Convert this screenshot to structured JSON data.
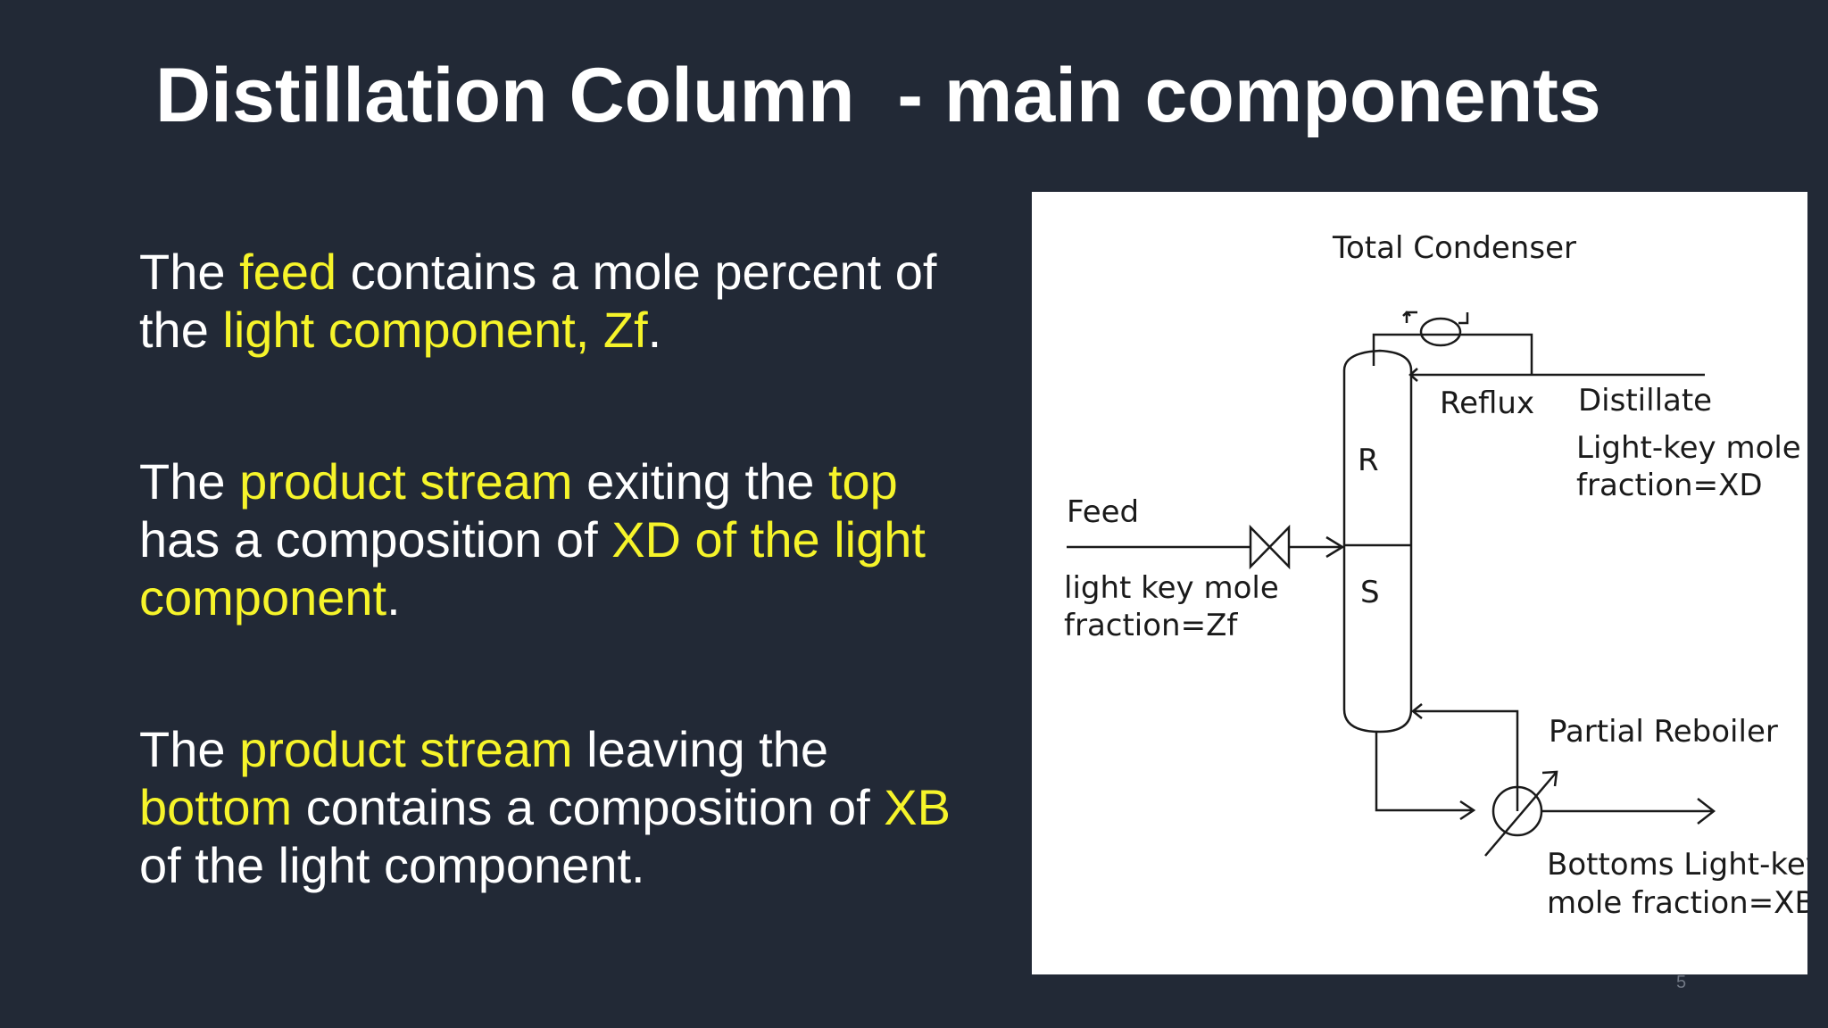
{
  "slide": {
    "title": "Distillation Column  - main components",
    "page_number": "5"
  },
  "paragraphs": [
    {
      "segments": [
        {
          "text": "The ",
          "hl": false
        },
        {
          "text": "feed",
          "hl": true
        },
        {
          "text": " contains a mole percent of the ",
          "hl": false
        },
        {
          "text": "light component, Zf",
          "hl": true
        },
        {
          "text": ".",
          "hl": false
        }
      ]
    },
    {
      "segments": [
        {
          "text": "The ",
          "hl": false
        },
        {
          "text": "product stream",
          "hl": true
        },
        {
          "text": " exiting the ",
          "hl": false
        },
        {
          "text": "top",
          "hl": true
        },
        {
          "text": " has a composition of ",
          "hl": false
        },
        {
          "text": "XD of the light component",
          "hl": true
        },
        {
          "text": ".",
          "hl": false
        }
      ]
    },
    {
      "segments": [
        {
          "text": "The ",
          "hl": false
        },
        {
          "text": "product stream",
          "hl": true
        },
        {
          "text": " leaving the ",
          "hl": false
        },
        {
          "text": "bottom",
          "hl": true
        },
        {
          "text": " contains a composition of ",
          "hl": false
        },
        {
          "text": "XB",
          "hl": true
        },
        {
          "text": " of the light component.",
          "hl": false
        }
      ]
    }
  ],
  "diagram": {
    "total_condenser": "Total Condenser",
    "reflux": "Reflux",
    "distillate": "Distillate",
    "distillate_line1": "Light-key mole",
    "distillate_line2": "fraction=XD",
    "section_r": "R",
    "section_s": "S",
    "feed": "Feed",
    "feed_line1": "light key mole",
    "feed_line2": "fraction=Zf",
    "partial_reboiler": "Partial Reboiler",
    "bottoms_line1": "Bottoms Light-key",
    "bottoms_line2": "mole fraction=XB"
  },
  "colors": {
    "background": "#222936",
    "highlight": "#f6f42a",
    "text": "#ffffff"
  }
}
